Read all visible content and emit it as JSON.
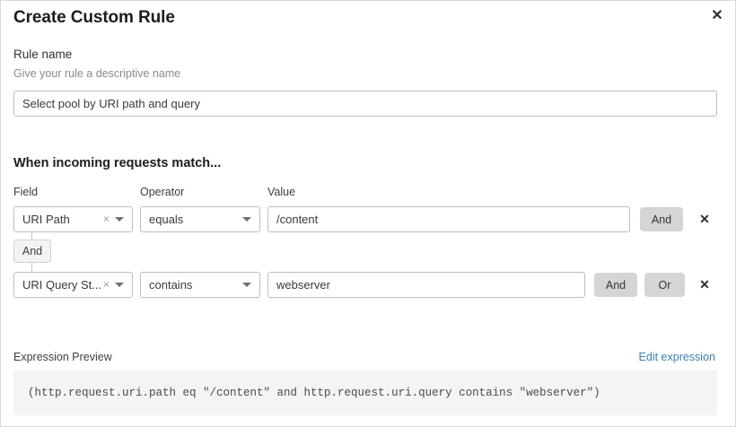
{
  "modal": {
    "title": "Create Custom Rule",
    "close_icon": "close-icon"
  },
  "rule_name": {
    "label": "Rule name",
    "help": "Give your rule a descriptive name",
    "value": "Select pool by URI path and query",
    "placeholder": ""
  },
  "match_section": {
    "heading": "When incoming requests match...",
    "columns": {
      "field": "Field",
      "operator": "Operator",
      "value": "Value"
    },
    "connector": {
      "label": "And"
    },
    "rows": [
      {
        "field": "URI Path",
        "operator": "equals",
        "value": "/content",
        "clear_icon": "clear-icon",
        "caret_icon": "chevron-down-icon",
        "and_label": "And",
        "or_label": "",
        "delete_icon": "close-icon"
      },
      {
        "field": "URI Query St...",
        "operator": "contains",
        "value": "webserver",
        "clear_icon": "clear-icon",
        "caret_icon": "chevron-down-icon",
        "and_label": "And",
        "or_label": "Or",
        "delete_icon": "close-icon"
      }
    ]
  },
  "expression": {
    "label": "Expression Preview",
    "edit_link": "Edit expression",
    "preview": "(http.request.uri.path eq \"/content\" and http.request.uri.query contains \"webserver\")"
  },
  "glyphs": {
    "close": "✕",
    "clear": "×"
  },
  "colors": {
    "link": "#3c7fb1",
    "pill_bg": "#d5d5d5",
    "preview_bg": "#f4f4f4",
    "border": "#bdbdbd"
  }
}
